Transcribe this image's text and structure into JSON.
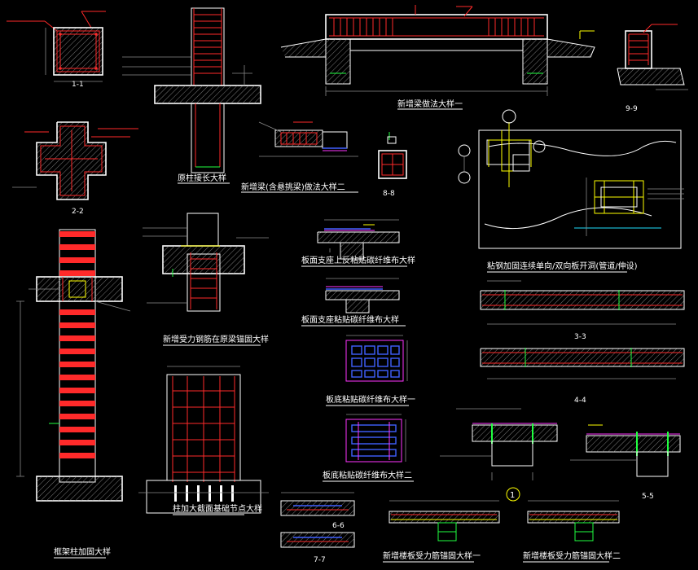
{
  "drawing": {
    "titles": {
      "beam_detail_1": "新增梁做法大样一",
      "col_extend": "原柱接长大样",
      "beam_detail_2": "新增梁(含悬挑梁)做法大样二",
      "support_fiber_1": "板面支座上反粘贴碳纤维布大样",
      "support_fiber_2": "板面支座粘贴碳纤维布大样",
      "bottom_fiber_1": "板底粘贴碳纤维布大样一",
      "bottom_fiber_2": "板底粘贴碳纤维布大样二",
      "rebar_anchor": "新增受力钢筋在原梁锚固大样",
      "steel_frame": "粘钢加固连续单向/双向板开洞(管道/伸设)",
      "col_bottom": "柱加大截面基础节点大样",
      "col_wrap": "框架柱加固大样",
      "slab_anchor_1": "新增楼板受力筋锚固大样一",
      "slab_anchor_2": "新增楼板受力筋锚固大样二"
    },
    "sections": {
      "s11": "1-1",
      "s22": "2-2",
      "s33": "3-3",
      "s44": "4-4",
      "s55": "5-5",
      "s66": "6-6",
      "s77": "7-7",
      "s88": "8-8",
      "s99": "9-9"
    },
    "marker": "1"
  }
}
